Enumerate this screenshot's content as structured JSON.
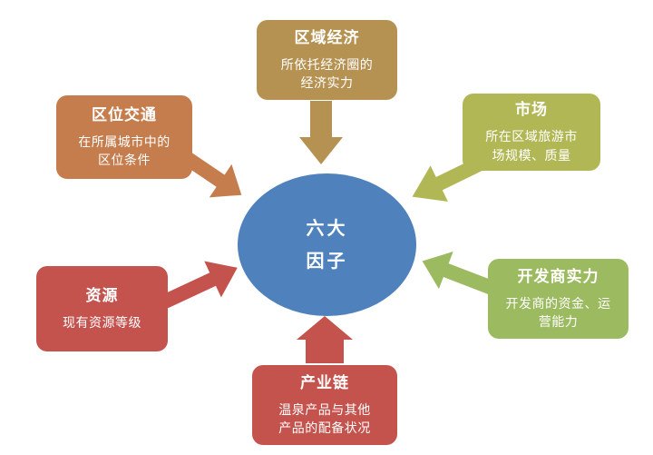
{
  "diagram": {
    "center": {
      "line1": "六大",
      "line2": "因子",
      "color": "#4f81bd"
    },
    "factors": [
      {
        "key": "regional-economy",
        "title": "区域经济",
        "desc": "所依托经济圈的\n经济实力",
        "color": "#b69252"
      },
      {
        "key": "location-traffic",
        "title": "区位交通",
        "desc": "在所属城市中的\n区位条件",
        "color": "#c67d4d"
      },
      {
        "key": "market",
        "title": "市场",
        "desc": "所在区域旅游市\n场规模、质量",
        "color": "#b2b755"
      },
      {
        "key": "resources",
        "title": "资源",
        "desc": "现有资源等级",
        "color": "#c4524d"
      },
      {
        "key": "developer-strength",
        "title": "开发商实力",
        "desc": "开发商的资金、运\n营能力",
        "color": "#9cba5f"
      },
      {
        "key": "industry-chain",
        "title": "产业链",
        "desc": "温泉产品与其他\n产品的配备状况",
        "color": "#c4524d"
      }
    ]
  }
}
